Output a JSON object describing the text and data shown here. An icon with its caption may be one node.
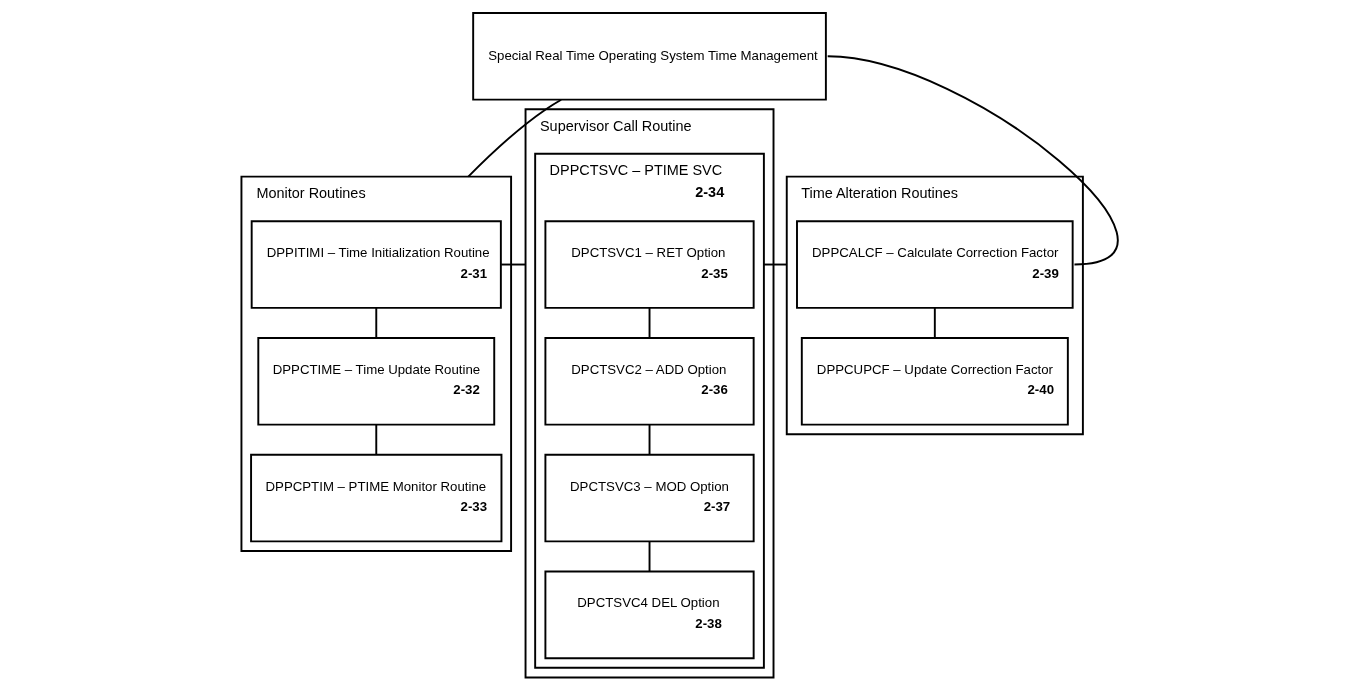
{
  "diagram": {
    "nodes": [
      {
        "text": [
          "Special Real Time Operating System Time Management"
        ]
      },
      {
        "text": [
          "Monitor Routines"
        ]
      },
      {
        "text": [
          "DPPITIMI – Time Initialization Routine",
          "2-31"
        ],
        "in": 1
      },
      {
        "text": [
          "DPPCTIME – Time Update Routine",
          "2-32"
        ],
        "in": 1
      },
      {
        "text": [
          "DPPCPTIM – PTIME Monitor Routine",
          "2-33"
        ],
        "in": 1
      },
      {
        "text": [
          "Supervisor Call Routine"
        ]
      },
      {
        "text": [
          "DPPCTSVC – PTIME SVC",
          "2-34"
        ],
        "in": 5
      },
      {
        "text": [
          "DPCTSVC1 – RET Option",
          "2-35"
        ],
        "in": 6
      },
      {
        "text": [
          "DPCTSVC2 – ADD Option",
          "2-36"
        ],
        "in": 6
      },
      {
        "text": [
          "DPCTSVC3 – MOD Option",
          "2-37"
        ],
        "in": 6
      },
      {
        "text": [
          "DPCTSVC4 DEL Option",
          "2-38"
        ],
        "in": 6
      },
      {
        "text": [
          "Time Alteration Routines"
        ]
      },
      {
        "text": [
          "DPPCALCF – Calculate Correction Factor",
          "2-39"
        ],
        "in": 11
      },
      {
        "text": [
          "DPPCUPCF – Update Correction Factor",
          "2-40"
        ],
        "in": 11
      }
    ],
    "edges": [
      {
        "from": 0,
        "to": 1,
        "arrow": "none"
      },
      {
        "from": 2,
        "to": 5,
        "arrow": "none"
      },
      {
        "from": 6,
        "to": 11,
        "arrow": "none"
      },
      {
        "from": 12,
        "to": 0,
        "arrow": "none"
      },
      {
        "from": 2,
        "to": 3,
        "arrow": "none"
      },
      {
        "from": 3,
        "to": 4,
        "arrow": "none"
      },
      {
        "from": 7,
        "to": 8,
        "arrow": "none"
      },
      {
        "from": 8,
        "to": 9,
        "arrow": "none"
      },
      {
        "from": 9,
        "to": 10,
        "arrow": "none"
      },
      {
        "from": 12,
        "to": 13,
        "arrow": "none"
      }
    ]
  }
}
